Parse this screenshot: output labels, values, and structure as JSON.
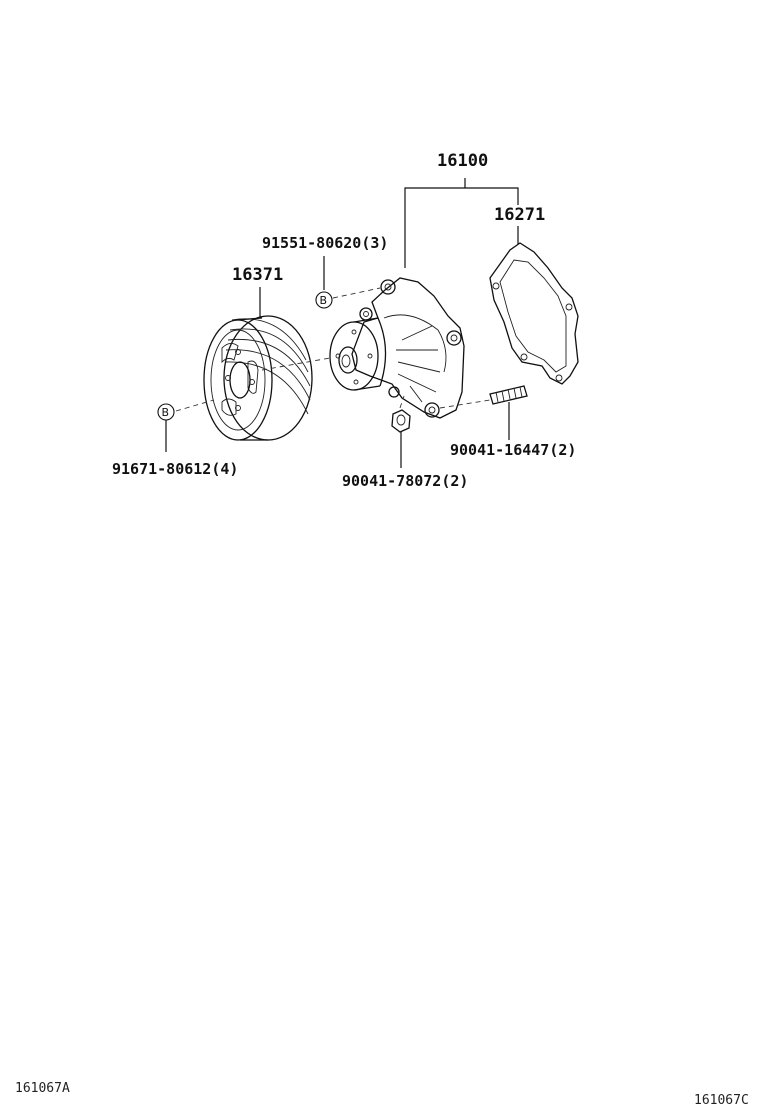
{
  "diagram": {
    "labels": {
      "assembly": "16100",
      "gasket": "16271",
      "pulley": "16371",
      "bolt_top": "91551-80620(3)",
      "bolt_pulley": "91671-80612(4)",
      "nut": "90041-78072(2)",
      "stud": "90041-16447(2)"
    },
    "markers": {
      "pulley_bolt_marker": "B",
      "pump_bolt_marker": "B"
    }
  },
  "footer": {
    "left_code": "161067A",
    "right_code": "161067C"
  }
}
